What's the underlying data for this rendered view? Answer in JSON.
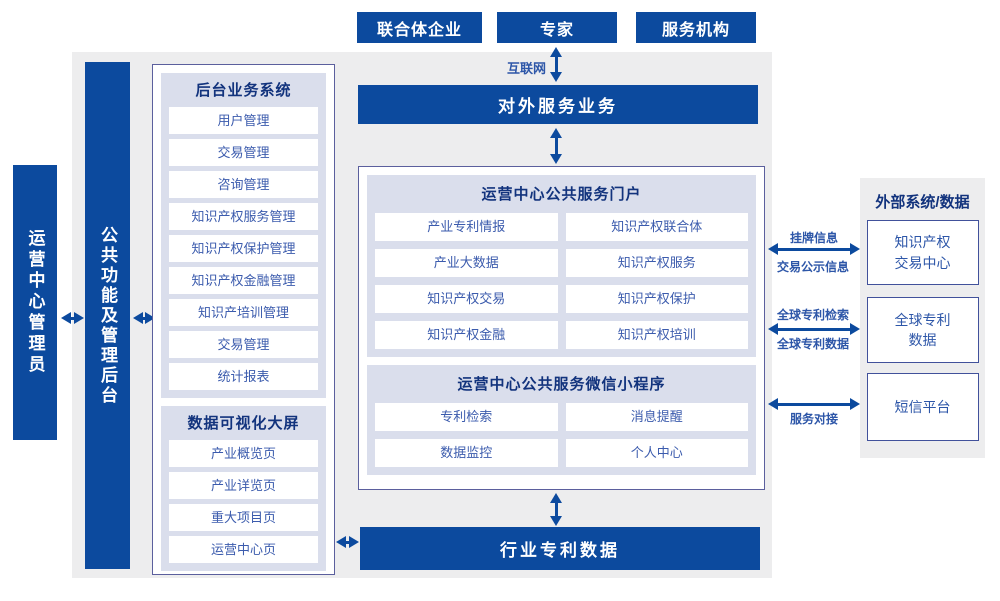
{
  "top_boxes": {
    "consortium": "联合体企业",
    "expert": "专家",
    "service_org": "服务机构"
  },
  "labels": {
    "internet": "互联网"
  },
  "bars": {
    "external_service": "对外服务业务",
    "industry_patent": "行业专利数据",
    "operator_admin": "运营中心管理员",
    "public_backend": "公共功能及管理后台"
  },
  "backend_panel": {
    "title": "后台业务系统",
    "items": [
      "用户管理",
      "交易管理",
      "咨询管理",
      "知识产权服务管理",
      "知识产权保护管理",
      "知识产权金融管理",
      "知识产培训管理",
      "交易管理",
      "统计报表"
    ]
  },
  "dashboard_panel": {
    "title": "数据可视化大屏",
    "items": [
      "产业概览页",
      "产业详览页",
      "重大项目页",
      "运营中心页"
    ]
  },
  "portal_panel": {
    "title": "运营中心公共服务门户",
    "items": [
      "产业专利情报",
      "知识产权联合体",
      "产业大数据",
      "知识产权服务",
      "知识产权交易",
      "知识产权保护",
      "知识产权金融",
      "知识产权培训"
    ]
  },
  "miniprogram_panel": {
    "title": "运营中心公共服务微信小程序",
    "items": [
      "专利检索",
      "消息提醒",
      "数据监控",
      "个人中心"
    ]
  },
  "external_panel": {
    "title": "外部系统/数据",
    "boxes": [
      {
        "line1": "知识产权",
        "line2": "交易中心"
      },
      {
        "line1": "全球专利",
        "line2": "数据"
      },
      {
        "line1": "短信平台"
      }
    ]
  },
  "link_labels": {
    "listing_info": "挂牌信息",
    "trade_public_info": "交易公示信息",
    "global_patent_search": "全球专利检索",
    "global_patent_data": "全球专利数据",
    "service_connect": "服务对接"
  },
  "colors": {
    "primary_blue": "#0c4a9e",
    "background_gray": "#ededee",
    "panel_lavender": "#dadeec",
    "container_border": "#5b5f9d",
    "title_navy": "#12337d",
    "item_text_blue": "#3b5bad"
  }
}
